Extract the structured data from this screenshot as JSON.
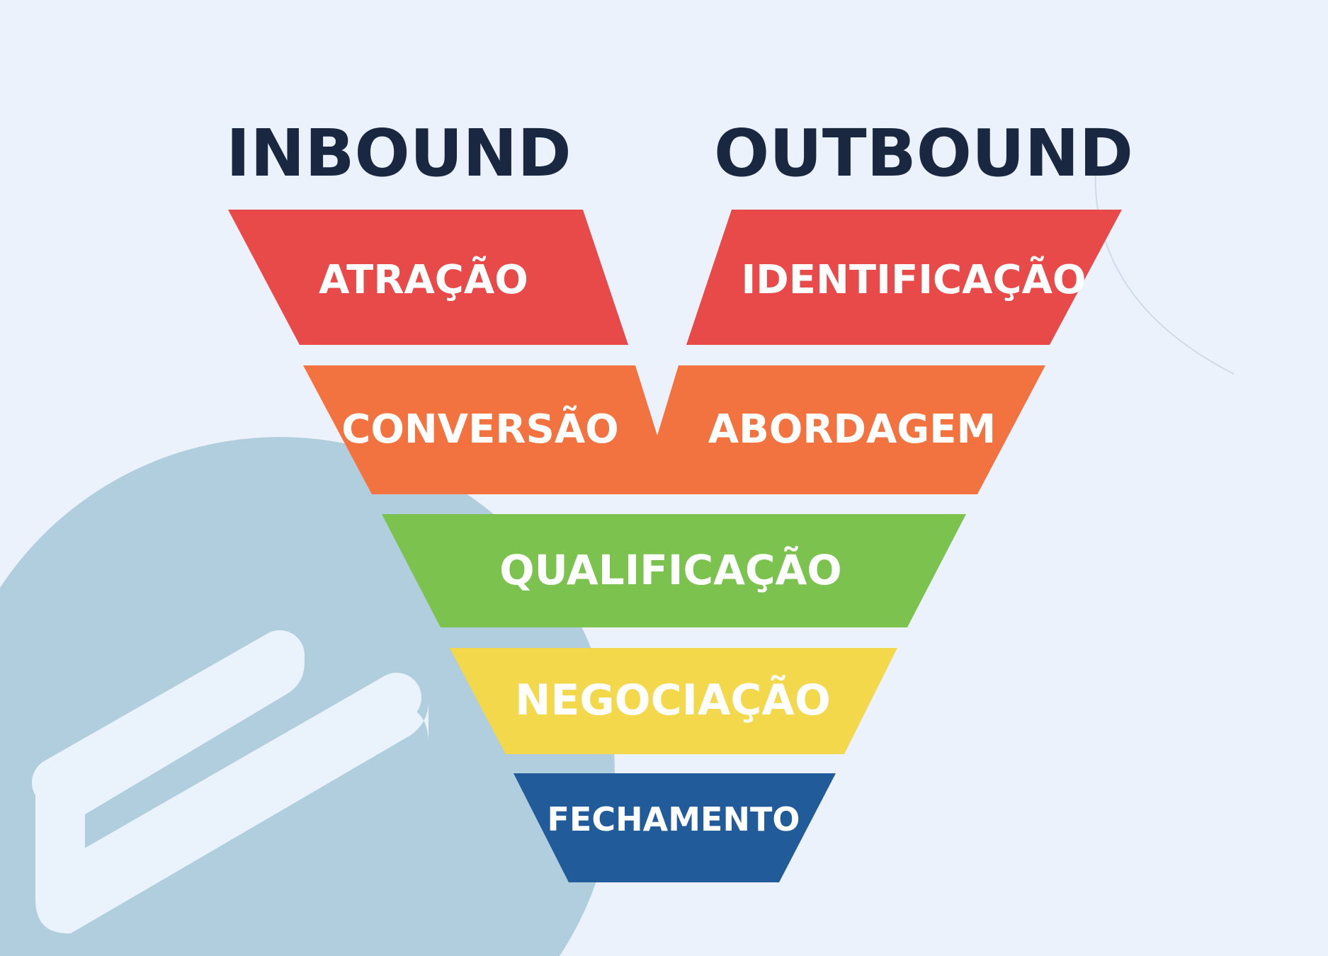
{
  "headings": {
    "left": "INBOUND",
    "right": "OUTBOUND"
  },
  "stages": {
    "attraction": "ATRAÇÃO",
    "identification": "IDENTIFICAÇÃO",
    "conversion": "CONVERSÃO",
    "approach": "ABORDAGEM",
    "qualification": "QUALIFICAÇÃO",
    "negotiation": "NEGOCIAÇÃO",
    "closing": "FECHAMENTO"
  },
  "colors": {
    "background": "#ebf2fc",
    "heading": "#1a2740",
    "red": "#e84a4a",
    "orange": "#f2733f",
    "green": "#7cc24f",
    "yellow": "#f3d84b",
    "blue": "#215b9a",
    "deco_circle": "#b0cedd",
    "deco_logo": "#eaf2fc"
  }
}
